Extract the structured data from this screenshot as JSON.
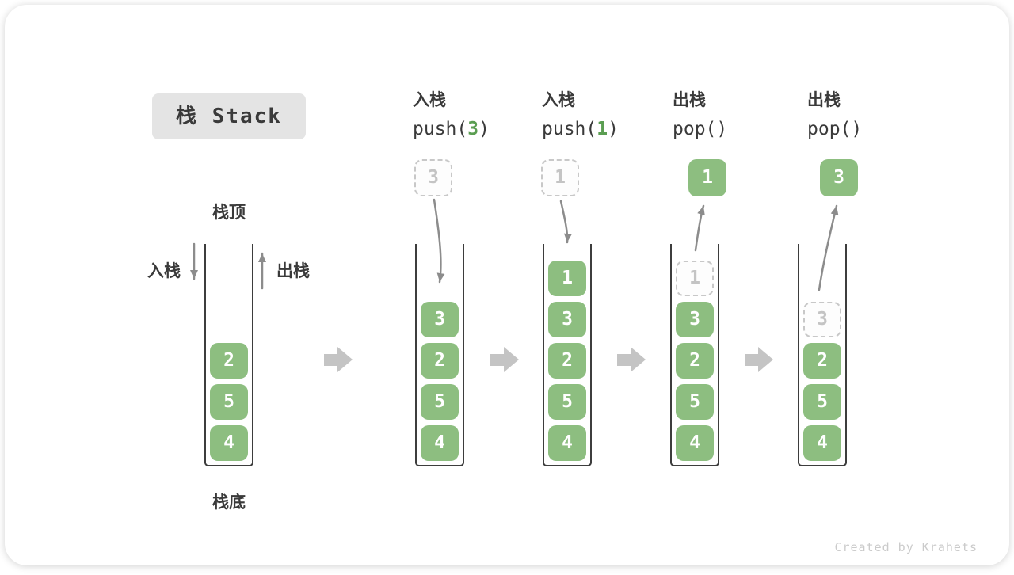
{
  "title": {
    "label": "栈 Stack"
  },
  "footer": {
    "credit": "Created by Krahets"
  },
  "colors": {
    "card_bg": "#ffffff",
    "cell_green": "#8dbe80",
    "cell_text": "#ffffff",
    "ghost_border": "#c8c8c8",
    "ghost_bg": "#fdfdfd",
    "ghost_text": "#c4c4c4",
    "container_border": "#3d3d3d",
    "label_text": "#3a3a3a",
    "code_text": "#3a3a3a",
    "code_arg_green": "#5b9e52",
    "arrow_gray": "#8c8c8c",
    "block_arrow_gray": "#c4c4c4",
    "title_bg": "#e4e4e4",
    "title_text": "#3a3a3a",
    "credit_text": "#cbcbcb"
  },
  "base_stack": {
    "top_label": "栈顶",
    "bottom_label": "栈底",
    "push_label": "入栈",
    "pop_label": "出栈",
    "cells": [
      {
        "value": "2",
        "ghost": false
      },
      {
        "value": "5",
        "ghost": false
      },
      {
        "value": "4",
        "ghost": false
      }
    ]
  },
  "operations": [
    {
      "name_cn": "入栈",
      "code_prefix": "push(",
      "code_arg": "3",
      "code_suffix": ")",
      "float_value": "3",
      "float_ghost": true,
      "cells": [
        {
          "value": "3",
          "ghost": false
        },
        {
          "value": "2",
          "ghost": false
        },
        {
          "value": "5",
          "ghost": false
        },
        {
          "value": "4",
          "ghost": false
        }
      ]
    },
    {
      "name_cn": "入栈",
      "code_prefix": "push(",
      "code_arg": "1",
      "code_suffix": ")",
      "float_value": "1",
      "float_ghost": true,
      "cells": [
        {
          "value": "1",
          "ghost": false
        },
        {
          "value": "3",
          "ghost": false
        },
        {
          "value": "2",
          "ghost": false
        },
        {
          "value": "5",
          "ghost": false
        },
        {
          "value": "4",
          "ghost": false
        }
      ]
    },
    {
      "name_cn": "出栈",
      "code_prefix": "pop(",
      "code_arg": "",
      "code_suffix": ")",
      "float_value": "1",
      "float_ghost": false,
      "cells": [
        {
          "value": "1",
          "ghost": true
        },
        {
          "value": "3",
          "ghost": false
        },
        {
          "value": "2",
          "ghost": false
        },
        {
          "value": "5",
          "ghost": false
        },
        {
          "value": "4",
          "ghost": false
        }
      ]
    },
    {
      "name_cn": "出栈",
      "code_prefix": "pop(",
      "code_arg": "",
      "code_suffix": ")",
      "float_value": "3",
      "float_ghost": false,
      "cells": [
        {
          "value": "3",
          "ghost": true
        },
        {
          "value": "2",
          "ghost": false
        },
        {
          "value": "5",
          "ghost": false
        },
        {
          "value": "4",
          "ghost": false
        }
      ]
    }
  ]
}
